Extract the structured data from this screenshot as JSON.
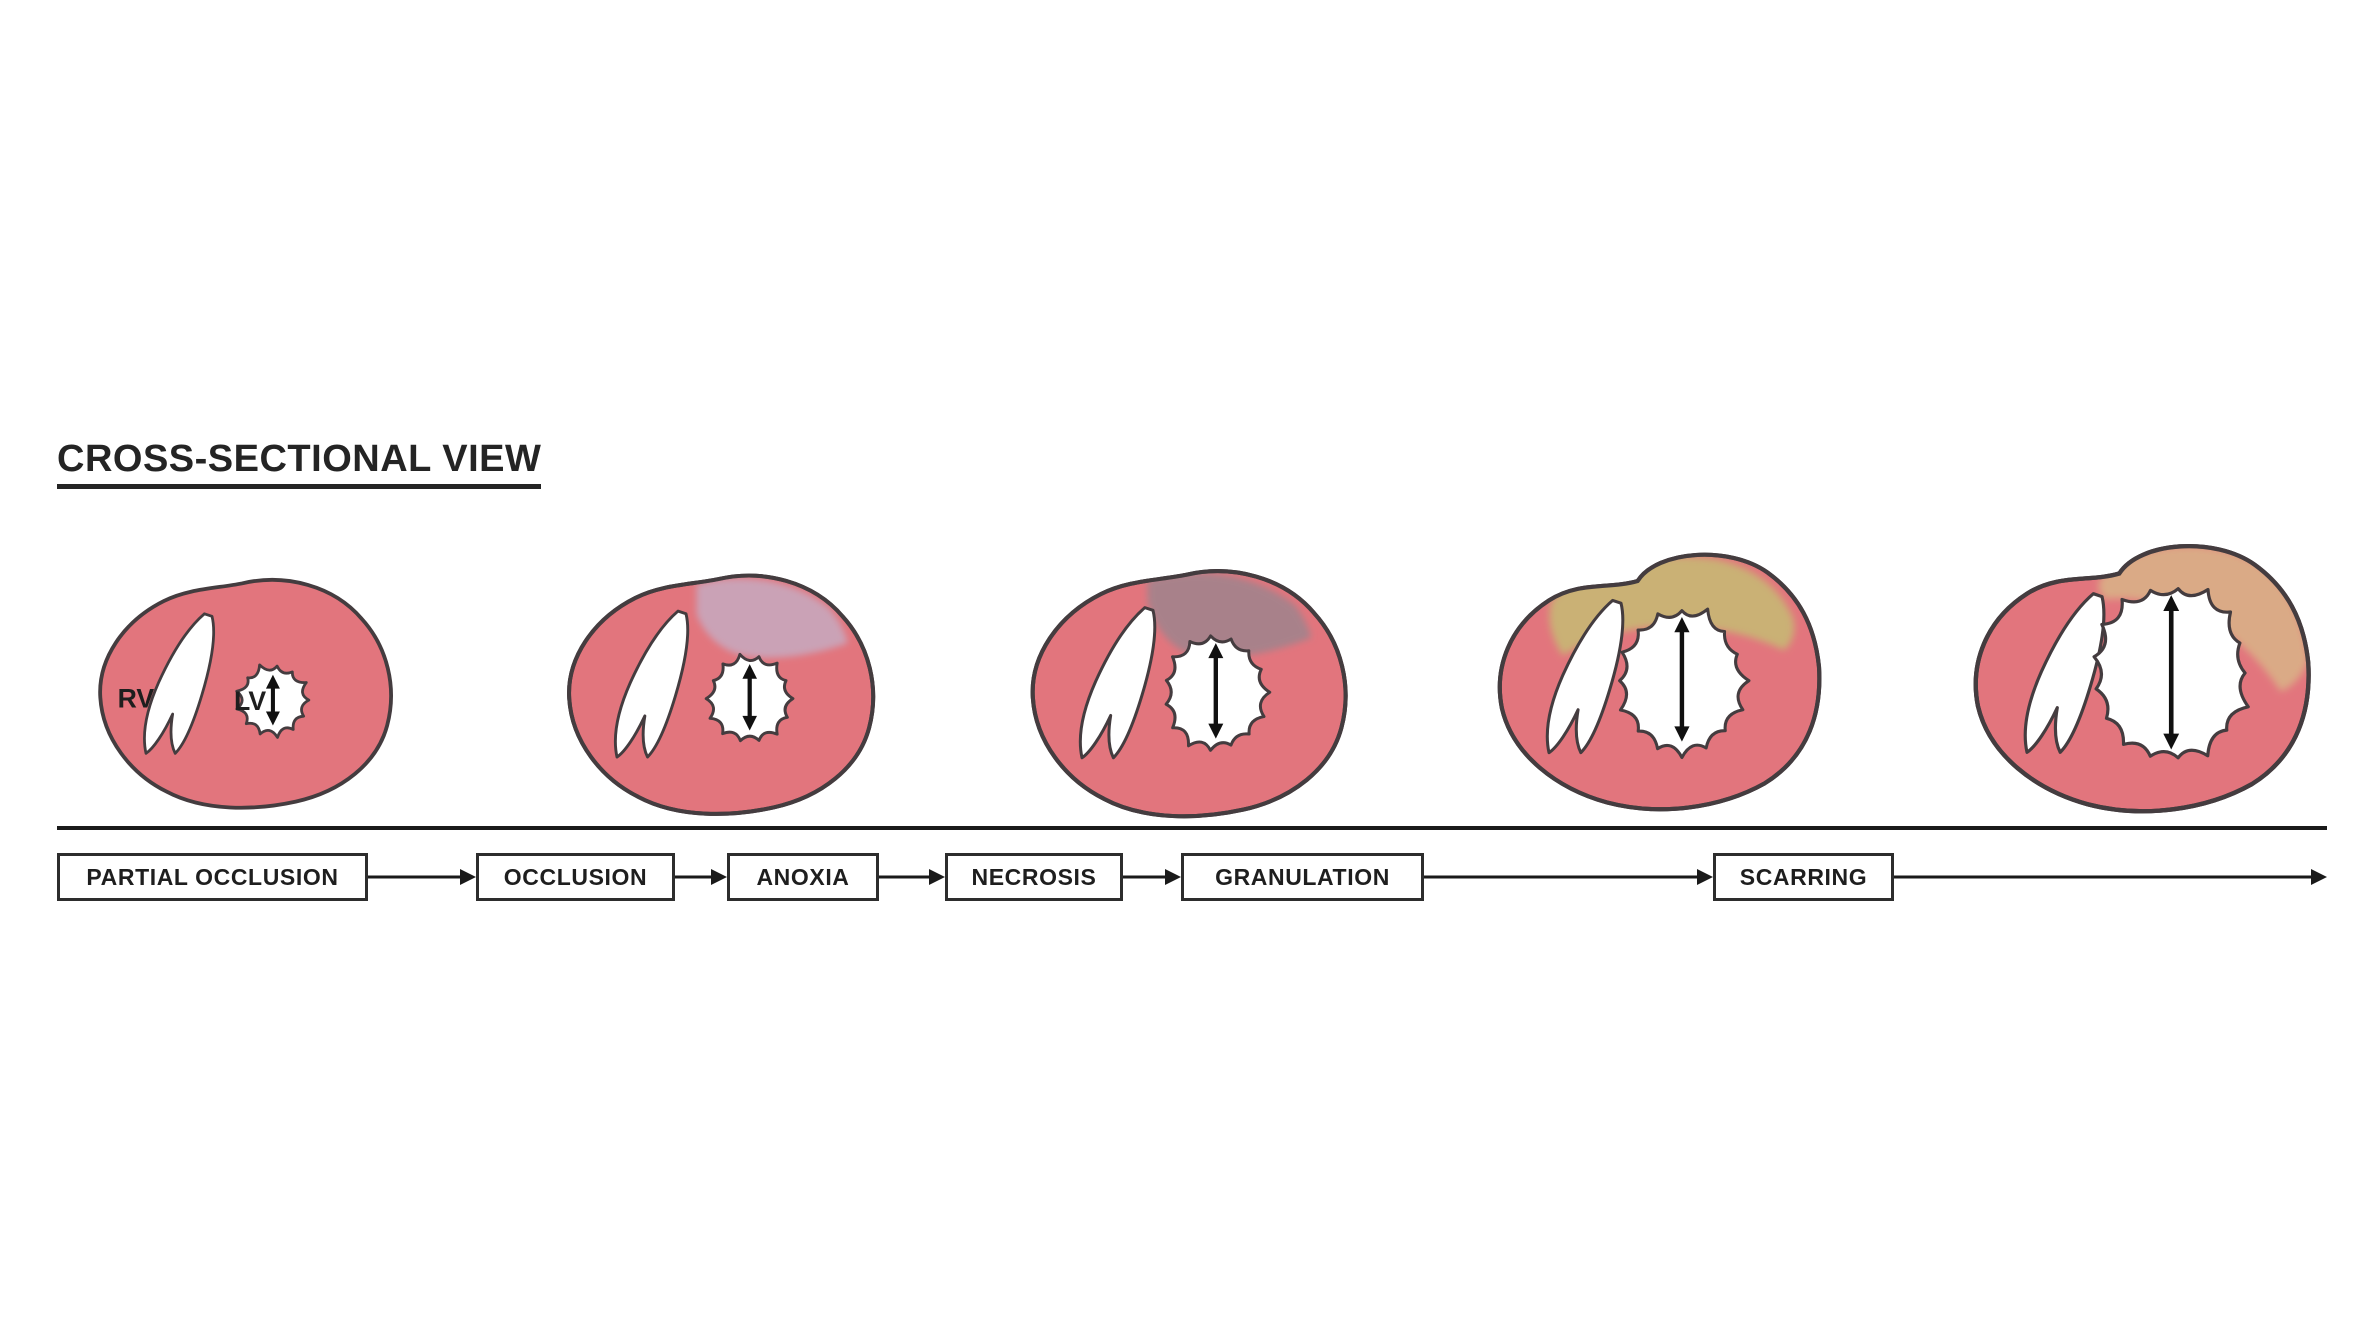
{
  "title": "CROSS-SECTIONAL VIEW",
  "heart_labels": {
    "rv": "RV",
    "lv": "LV"
  },
  "stages": [
    {
      "label": "PARTIAL OCCLUSION"
    },
    {
      "label": "OCCLUSION"
    },
    {
      "label": "ANOXIA"
    },
    {
      "label": "NECROSIS"
    },
    {
      "label": "GRANULATION"
    },
    {
      "label": "SCARRING"
    }
  ],
  "hearts": [
    {
      "stage": "partial-occlusion",
      "infarct_color": null
    },
    {
      "stage": "occlusion",
      "infarct_color": "#c7a9be"
    },
    {
      "stage": "anoxia-necrosis",
      "infarct_color": "#a1838c"
    },
    {
      "stage": "granulation",
      "infarct_color": "#c6ba74"
    },
    {
      "stage": "scarring",
      "infarct_color": "#d9b286"
    }
  ],
  "colors": {
    "myocardium": "#e2757d",
    "outline": "#443c3f",
    "cavity": "#ffffff",
    "arrow": "#101010",
    "timeline": "#1a1a1a",
    "text": "#1e1e1e"
  }
}
